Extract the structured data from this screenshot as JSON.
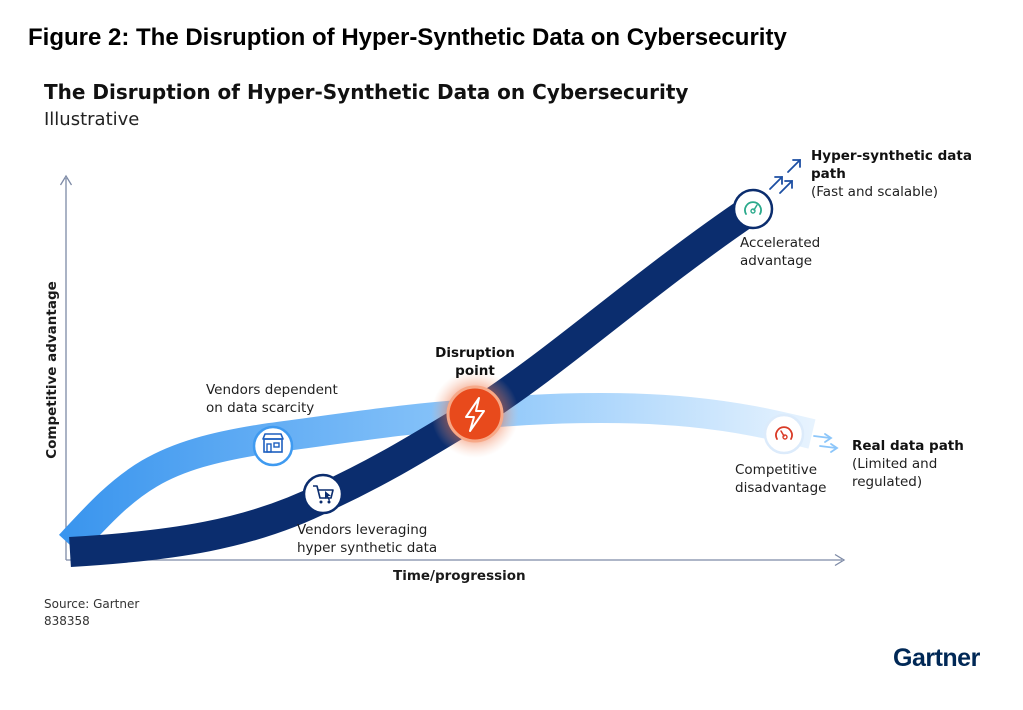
{
  "figure_title": "Figure 2: The Disruption of Hyper-Synthetic Data on Cybersecurity",
  "chart_title": "The Disruption of Hyper-Synthetic Data on Cybersecurity",
  "chart_subtitle": "Illustrative",
  "y_axis_label": "Competitive advantage",
  "x_axis_label": "Time/progression",
  "labels": {
    "disruption_line1": "Disruption",
    "disruption_line2": "point",
    "scarcity_line1": "Vendors dependent",
    "scarcity_line2": "on data scarcity",
    "leveraging_line1": "Vendors leveraging",
    "leveraging_line2": "hyper synthetic data",
    "accelerated_line1": "Accelerated",
    "accelerated_line2": "advantage",
    "disadvantage_line1": "Competitive",
    "disadvantage_line2": "disadvantage",
    "synthetic_path_line1": "Hyper-synthetic data",
    "synthetic_path_line2": "path",
    "synthetic_path_line3": "(Fast and scalable)",
    "real_path_line1": "Real data path",
    "real_path_line2": "(Limited and",
    "real_path_line3": "regulated)"
  },
  "icons": {
    "vendor_store": "store-icon",
    "vendor_cart": "cart-cursor-icon",
    "disruption": "lightning-bolt-icon",
    "accelerated": "gauge-high-icon",
    "disadvantage": "gauge-low-icon"
  },
  "colors": {
    "synthetic_path": "#0b2d6e",
    "real_path": "#3f9af0",
    "disruption": "#e84a1c",
    "accelerated_icon": "#2aa98b",
    "disadvantage_icon": "#d93a26"
  },
  "source": "Source: Gartner",
  "doc_id": "838358",
  "logo": "Gartner"
}
